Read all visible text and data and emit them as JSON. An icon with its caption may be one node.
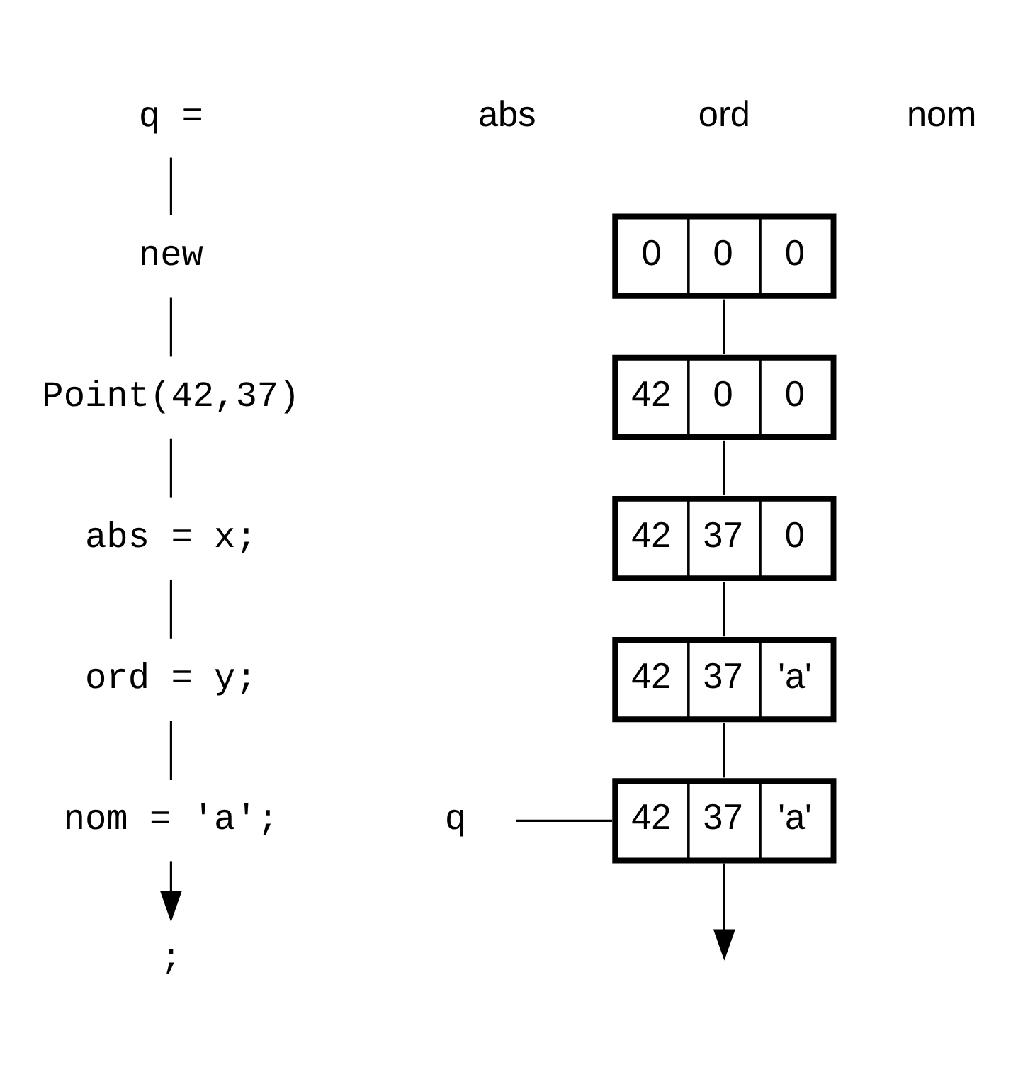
{
  "diagram": {
    "nodes": [
      {
        "text": [
          "q ="
        ]
      },
      {
        "text": [
          "new"
        ]
      },
      {
        "text": [
          "Point(42,37)"
        ]
      },
      {
        "text": [
          "abs = x;"
        ]
      },
      {
        "text": [
          "ord = y;"
        ]
      },
      {
        "text": [
          "nom = 'a';"
        ]
      },
      {
        "text": [
          ";"
        ]
      },
      {
        "text": [
          "0",
          "0",
          "0"
        ]
      },
      {
        "text": [
          "42",
          "0",
          "0"
        ]
      },
      {
        "text": [
          "42",
          "37",
          "0"
        ]
      },
      {
        "text": [
          "42",
          "37",
          "'a'"
        ]
      },
      {
        "text": [
          "42",
          "37",
          "'a'"
        ]
      },
      {
        "text": [
          "q"
        ]
      }
    ],
    "edges": [
      {
        "from": 0,
        "to": 1,
        "arrow": "none"
      },
      {
        "from": 1,
        "to": 2,
        "arrow": "none"
      },
      {
        "from": 2,
        "to": 3,
        "arrow": "none"
      },
      {
        "from": 3,
        "to": 4,
        "arrow": "none"
      },
      {
        "from": 4,
        "to": 5,
        "arrow": "none"
      },
      {
        "from": 5,
        "to": 6,
        "arrow": "to"
      },
      {
        "from": 7,
        "to": 8,
        "arrow": "none"
      },
      {
        "from": 8,
        "to": 9,
        "arrow": "none"
      },
      {
        "from": 9,
        "to": 10,
        "arrow": "none"
      },
      {
        "from": 10,
        "to": 11,
        "arrow": "none"
      },
      {
        "from": 11,
        "to": null,
        "arrow": "to"
      },
      {
        "from": 12,
        "to": 11,
        "arrow": "none"
      }
    ],
    "labels": [
      "abs",
      "ord",
      "nom"
    ]
  }
}
